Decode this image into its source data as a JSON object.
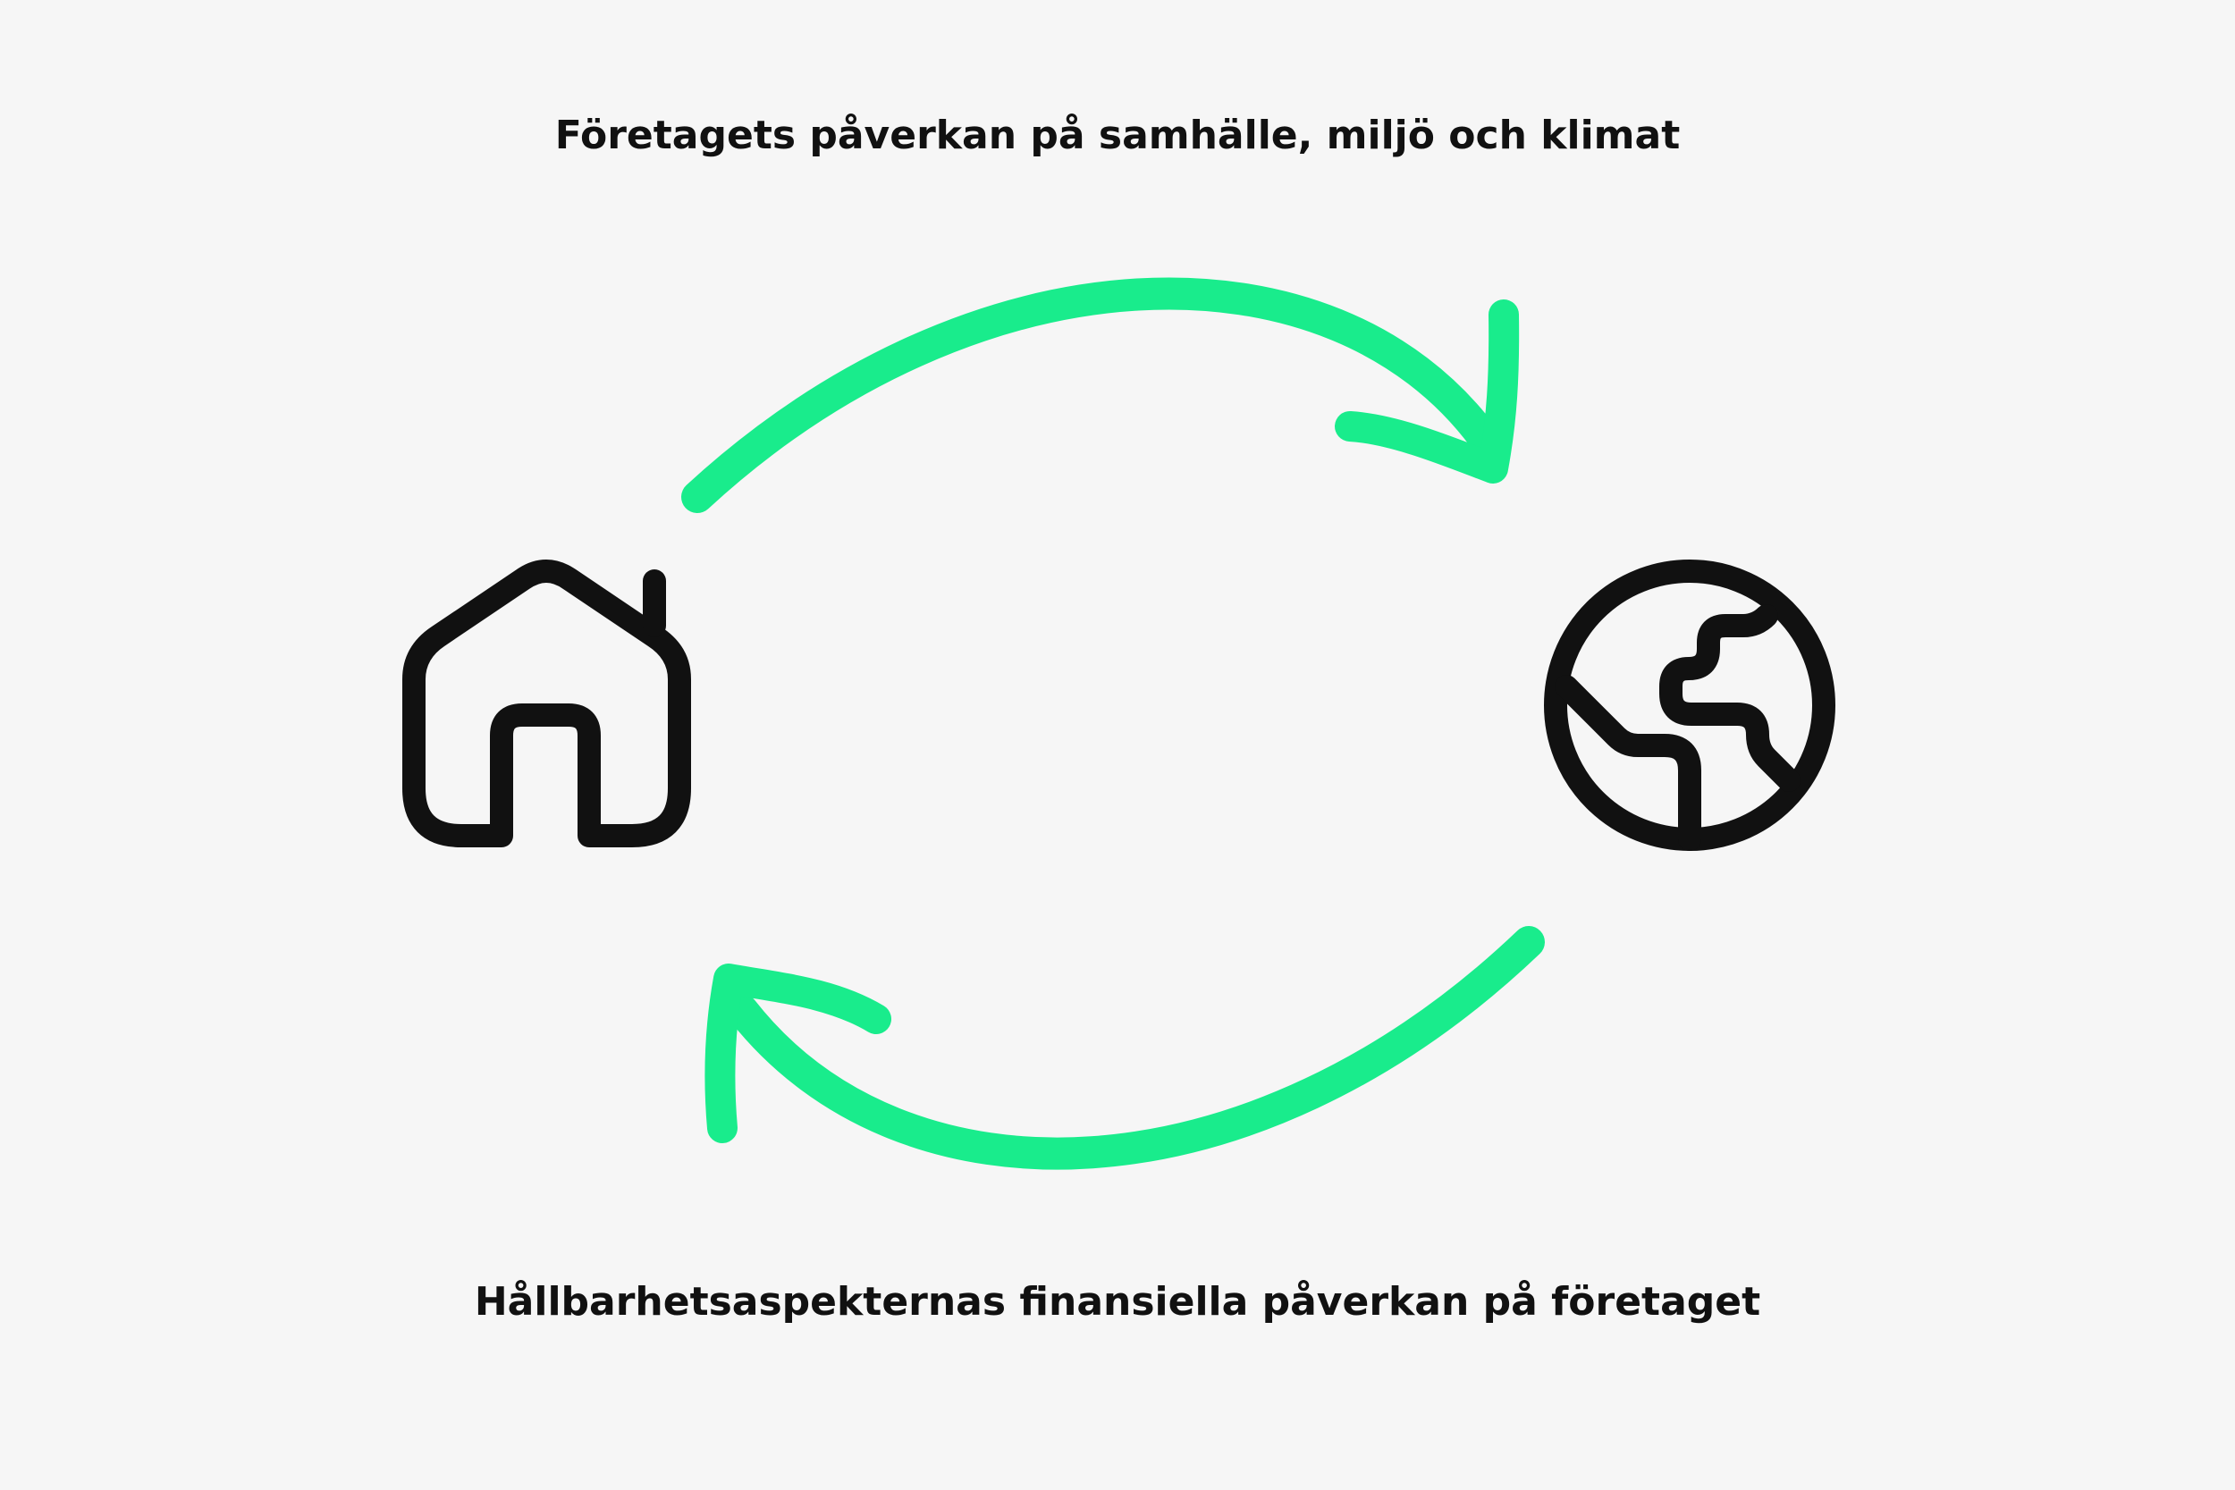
{
  "diagram": {
    "top_caption": "Företagets påverkan på samhälle, miljö och klimat",
    "bottom_caption": "Hållbarhetsaspekternas finansiella påverkan på företaget",
    "nodes": [
      {
        "id": "company",
        "icon": "house-icon"
      },
      {
        "id": "world",
        "icon": "globe-icon"
      }
    ],
    "flows": [
      {
        "from": "company",
        "to": "world",
        "label_ref": "top_caption"
      },
      {
        "from": "world",
        "to": "company",
        "label_ref": "bottom_caption"
      }
    ]
  },
  "colors": {
    "background": "#f6f6f6",
    "arrow": "#19ec8c",
    "icon_stroke": "#111111",
    "text": "#111111"
  }
}
